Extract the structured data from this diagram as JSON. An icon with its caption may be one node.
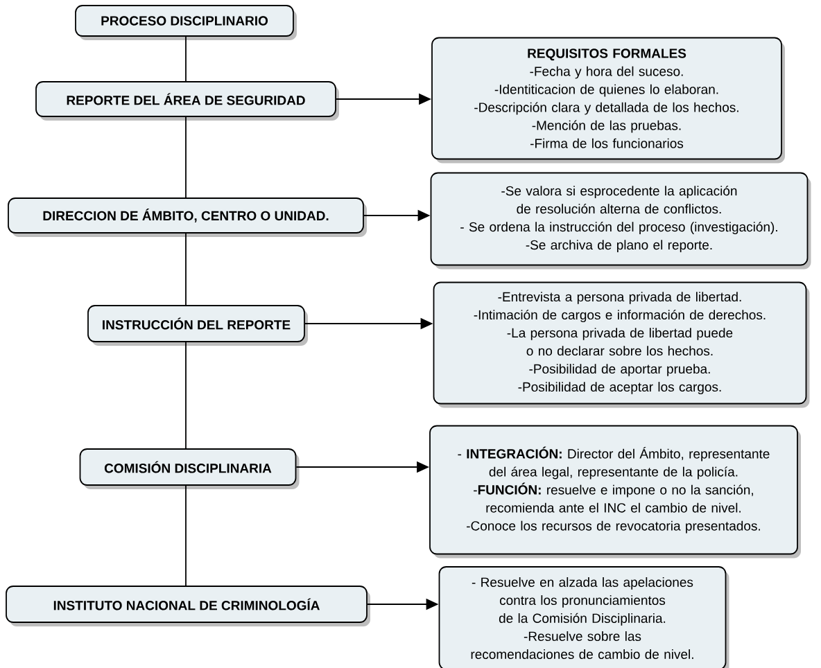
{
  "diagram": {
    "nodes": [
      {
        "text": [
          "PROCESO DISCIPLINARIO"
        ]
      },
      {
        "text": [
          "REPORTE DEL ÁREA DE SEGURIDAD"
        ]
      },
      {
        "text": [
          "REQUISITOS FORMALES",
          "-Fecha y hora del suceso.",
          "-Identiticacion de quienes lo elaboran.",
          "-Descripción clara y detallada de los hechos.",
          "-Mención de las pruebas.",
          "-Firma de los funcionarios"
        ]
      },
      {
        "text": [
          "DIRECCION DE ÁMBITO, CENTRO O UNIDAD."
        ]
      },
      {
        "text": [
          "-Se valora si esprocedente la aplicación de resolución alterna de conflictos.",
          "- Se ordena la instrucción del proceso (investigación).",
          "-Se archiva de plano el reporte."
        ]
      },
      {
        "text": [
          "INSTRUCCIÓN DEL REPORTE"
        ]
      },
      {
        "text": [
          "-Entrevista a persona privada de libertad.",
          "-Intimación de cargos e información de derechos.",
          "-La persona privada de libertad puede o no declarar sobre los hechos.",
          "-Posibilidad de aportar prueba.",
          "-Posibilidad de aceptar los cargos."
        ]
      },
      {
        "text": [
          "COMISIÓN DISCIPLINARIA"
        ]
      },
      {
        "text": [
          "- **INTEGRACIÓN:** Director del Ámbito, representante del área legal, representante de la policía.",
          "-**FUNCIÓN:** resuelve e impone o no la sanción, recomienda ante el INC el cambio de nivel.",
          "-Conoce los recursos de revocatoria presentados."
        ]
      },
      {
        "text": [
          "INSTITUTO NACIONAL DE CRIMINOLOGÍA"
        ]
      },
      {
        "text": [
          "- Resuelve en alzada las apelaciones contra los pronunciamientos de la Comisión Disciplinaria.",
          "-Resuelve sobre las recomendaciones de cambio de nivel."
        ]
      }
    ],
    "edges": [
      {
        "from": 0,
        "to": 1,
        "arrow": "none"
      },
      {
        "from": 1,
        "to": 3,
        "arrow": "none"
      },
      {
        "from": 3,
        "to": 5,
        "arrow": "none"
      },
      {
        "from": 5,
        "to": 7,
        "arrow": "none"
      },
      {
        "from": 7,
        "to": 9,
        "arrow": "none"
      },
      {
        "from": 1,
        "to": 2,
        "arrow": "to"
      },
      {
        "from": 3,
        "to": 4,
        "arrow": "to"
      },
      {
        "from": 5,
        "to": 6,
        "arrow": "to"
      },
      {
        "from": 7,
        "to": 8,
        "arrow": "to"
      },
      {
        "from": 9,
        "to": 10,
        "arrow": "to"
      }
    ]
  }
}
